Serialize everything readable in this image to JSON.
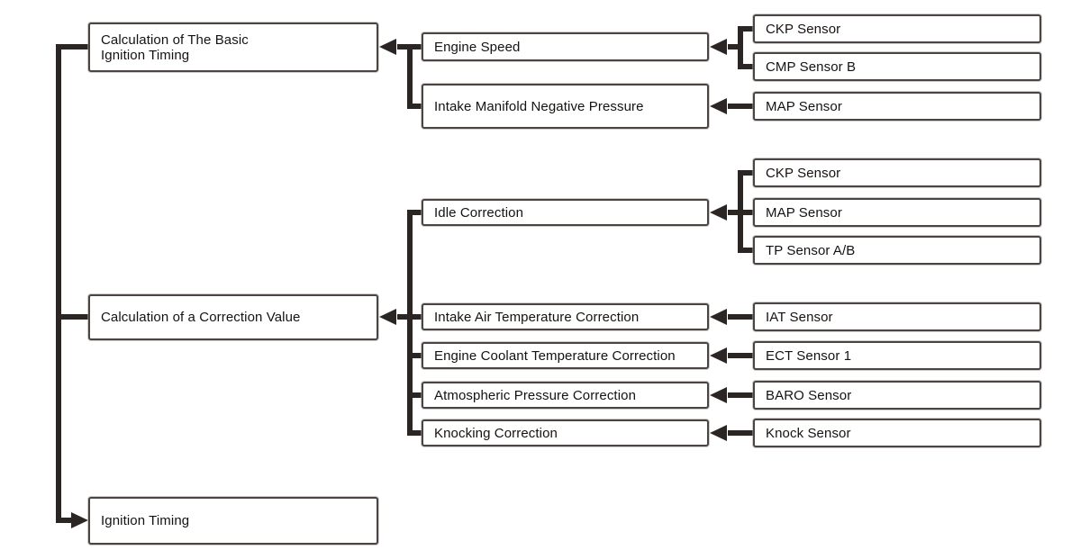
{
  "diagram": {
    "colors": {
      "background": "#ffffff",
      "line": "#2b2623",
      "box_border": "#4a4442",
      "text": "#151311"
    },
    "left_nodes": [
      {
        "label": "Calculation of The Basic\nIgnition Timing"
      },
      {
        "label": "Calculation of a Correction Value"
      },
      {
        "label": "Ignition Timing"
      }
    ],
    "middle_nodes": [
      {
        "label": "Engine Speed"
      },
      {
        "label": "Intake Manifold Negative Pressure"
      },
      {
        "label": "Idle Correction"
      },
      {
        "label": "Intake Air Temperature Correction"
      },
      {
        "label": "Engine Coolant Temperature Correction"
      },
      {
        "label": "Atmospheric Pressure Correction"
      },
      {
        "label": "Knocking Correction"
      }
    ],
    "right_nodes": [
      {
        "label": "CKP Sensor"
      },
      {
        "label": "CMP Sensor B"
      },
      {
        "label": "MAP Sensor"
      },
      {
        "label": "CKP Sensor"
      },
      {
        "label": "MAP Sensor"
      },
      {
        "label": "TP Sensor A/B"
      },
      {
        "label": "IAT Sensor"
      },
      {
        "label": "ECT Sensor 1"
      },
      {
        "label": "BARO Sensor"
      },
      {
        "label": "Knock Sensor"
      }
    ]
  }
}
